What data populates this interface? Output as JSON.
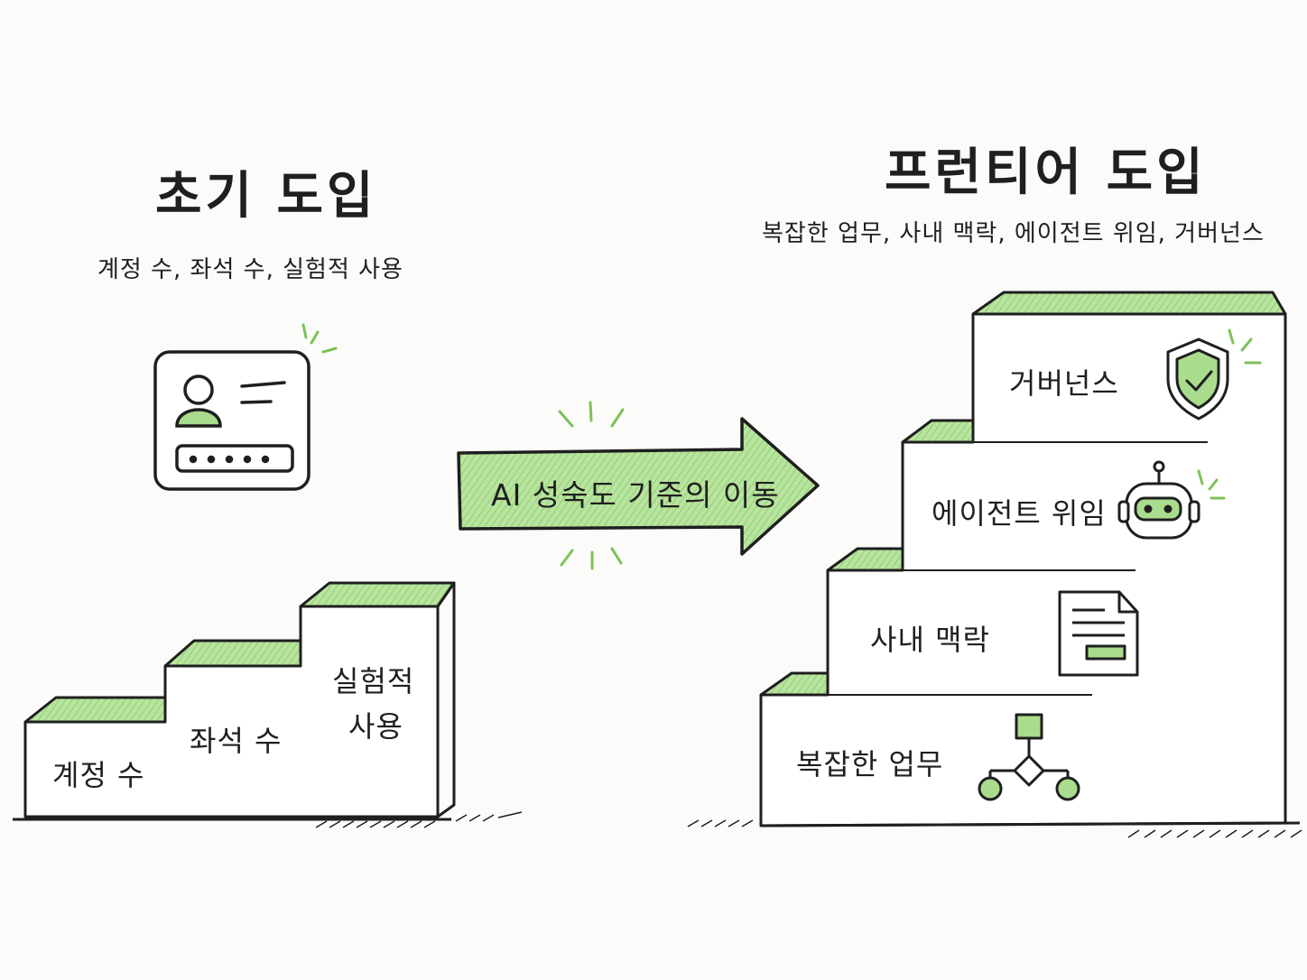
{
  "left": {
    "title": "초기 도입",
    "subtitle": "계정 수, 좌석 수, 실험적 사용",
    "steps": [
      {
        "label": "계정 수"
      },
      {
        "label": "좌석 수"
      },
      {
        "label_line1": "실험적",
        "label_line2": "사용"
      }
    ],
    "icon": "user-card-icon"
  },
  "arrow": {
    "label": "AI 성숙도 기준의 이동"
  },
  "right": {
    "title": "프런티어 도입",
    "subtitle": "복잡한 업무, 사내 맥락, 에이전트 위임, 거버넌스",
    "steps": [
      {
        "label": "복잡한 업무",
        "icon": "workflow-icon"
      },
      {
        "label": "사내 맥락",
        "icon": "document-icon"
      },
      {
        "label": "에이전트 위임",
        "icon": "robot-icon"
      },
      {
        "label": "거버넌스",
        "icon": "shield-check-icon"
      }
    ]
  },
  "colors": {
    "accent_green": "#a9dc8c",
    "stroke": "#1f1f1f",
    "background": "#fbfbf9"
  }
}
